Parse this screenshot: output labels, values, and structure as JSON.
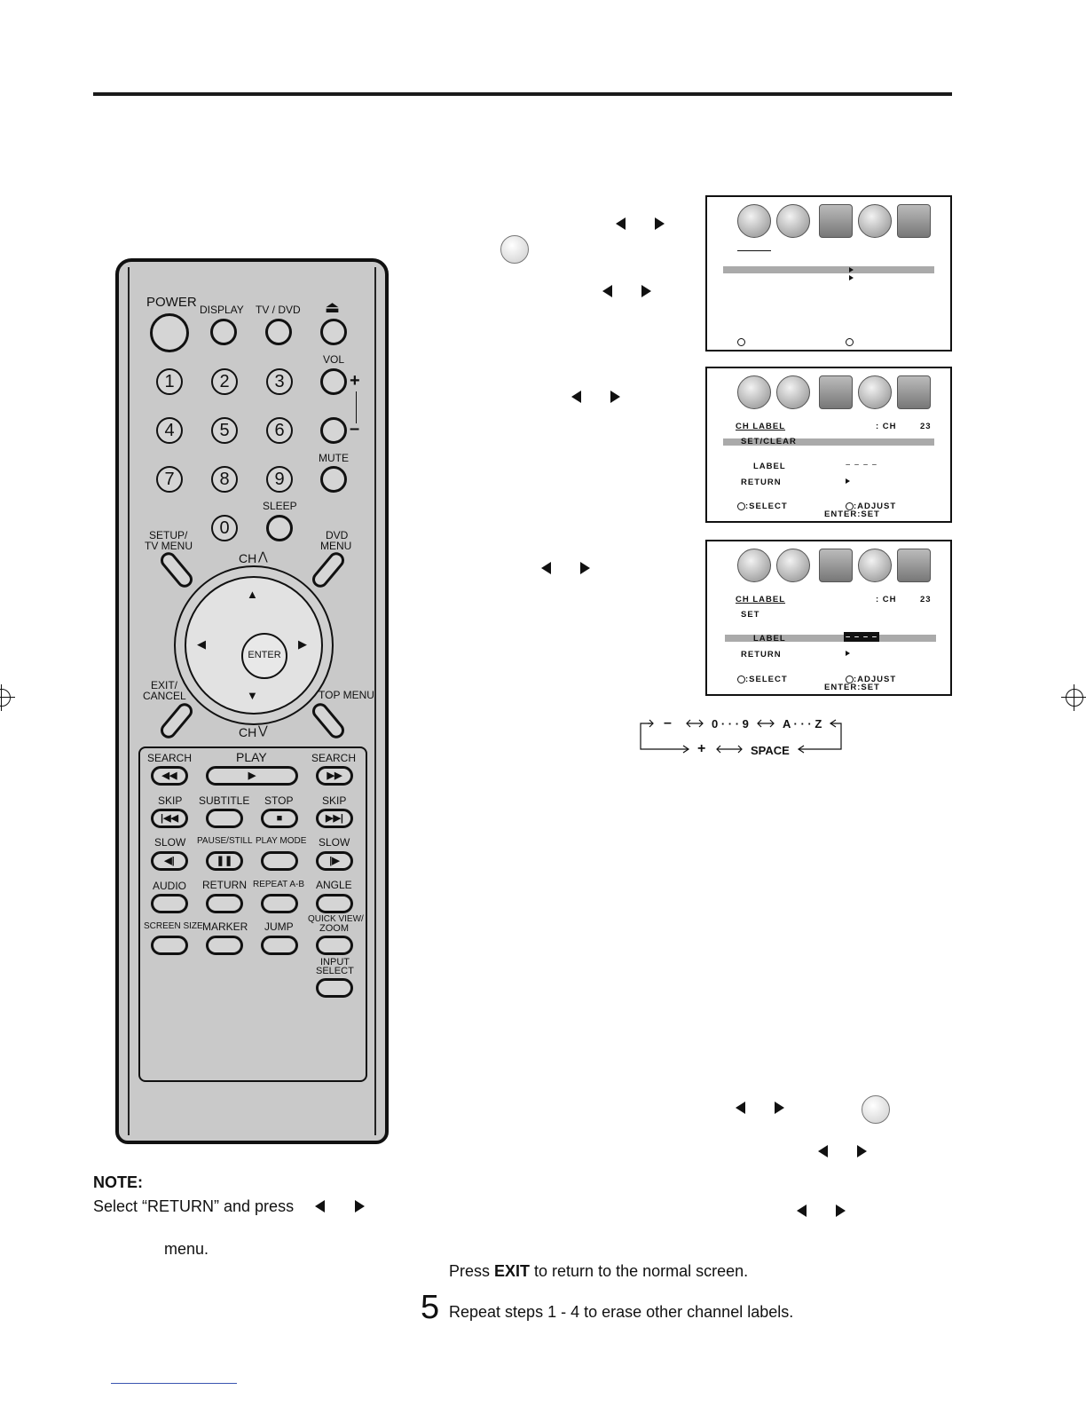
{
  "note": {
    "heading": "NOTE:",
    "text": "Select “RETURN” and press",
    "menu": "menu."
  },
  "steps": {
    "exit_pre": "Press ",
    "exit_bold": "EXIT",
    "exit_post": " to return to the normal screen.",
    "step5_num": "5",
    "step5_text": "Repeat steps 1 - 4 to erase other channel labels."
  },
  "screen2": {
    "title": "CH LABEL",
    "ch": ": CH",
    "ch_num": "23",
    "set_clear": "SET/CLEAR",
    "label": "LABEL",
    "label_val": "– – – –",
    "return": "RETURN",
    "select": ":SELECT",
    "adjust": ":ADJUST",
    "enter": "ENTER:SET"
  },
  "screen3": {
    "title": "CH LABEL",
    "ch": ": CH",
    "ch_num": "23",
    "set": "SET",
    "label": "LABEL",
    "label_val": "– – – –",
    "return": "RETURN",
    "select": ":SELECT",
    "adjust": ":ADJUST",
    "enter": "ENTER:SET"
  },
  "sequence": {
    "minus": "–",
    "digits": "0 · · · 9",
    "letters": "A · · · Z",
    "plus": "+",
    "space": "SPACE"
  },
  "remote": {
    "power": "POWER",
    "display": "DISPLAY",
    "tvdvd": "TV / DVD",
    "vol": "VOL",
    "mute": "MUTE",
    "sleep": "SLEEP",
    "setup1": "SETUP/",
    "setup2": "TV MENU",
    "dvd1": "DVD",
    "dvd2": "MENU",
    "ch_up": "CH",
    "ch_down": "CH",
    "enter": "ENTER",
    "exit1": "EXIT/",
    "exit2": "CANCEL",
    "top_menu": "TOP MENU",
    "search_l": "SEARCH",
    "play": "PLAY",
    "search_r": "SEARCH",
    "skip_l": "SKIP",
    "subtitle": "SUBTITLE",
    "stop": "STOP",
    "skip_r": "SKIP",
    "slow_l": "SLOW",
    "pause": "PAUSE/STILL",
    "play_mode": "PLAY MODE",
    "slow_r": "SLOW",
    "audio": "AUDIO",
    "return": "RETURN",
    "repeat": "REPEAT A-B",
    "angle": "ANGLE",
    "screen_size": "SCREEN SIZE",
    "marker": "MARKER",
    "jump": "JUMP",
    "qv1": "QUICK VIEW/",
    "qv2": "ZOOM",
    "input1": "INPUT",
    "input2": "SELECT",
    "nums": [
      "1",
      "2",
      "3",
      "4",
      "5",
      "6",
      "7",
      "8",
      "9",
      "0"
    ]
  }
}
